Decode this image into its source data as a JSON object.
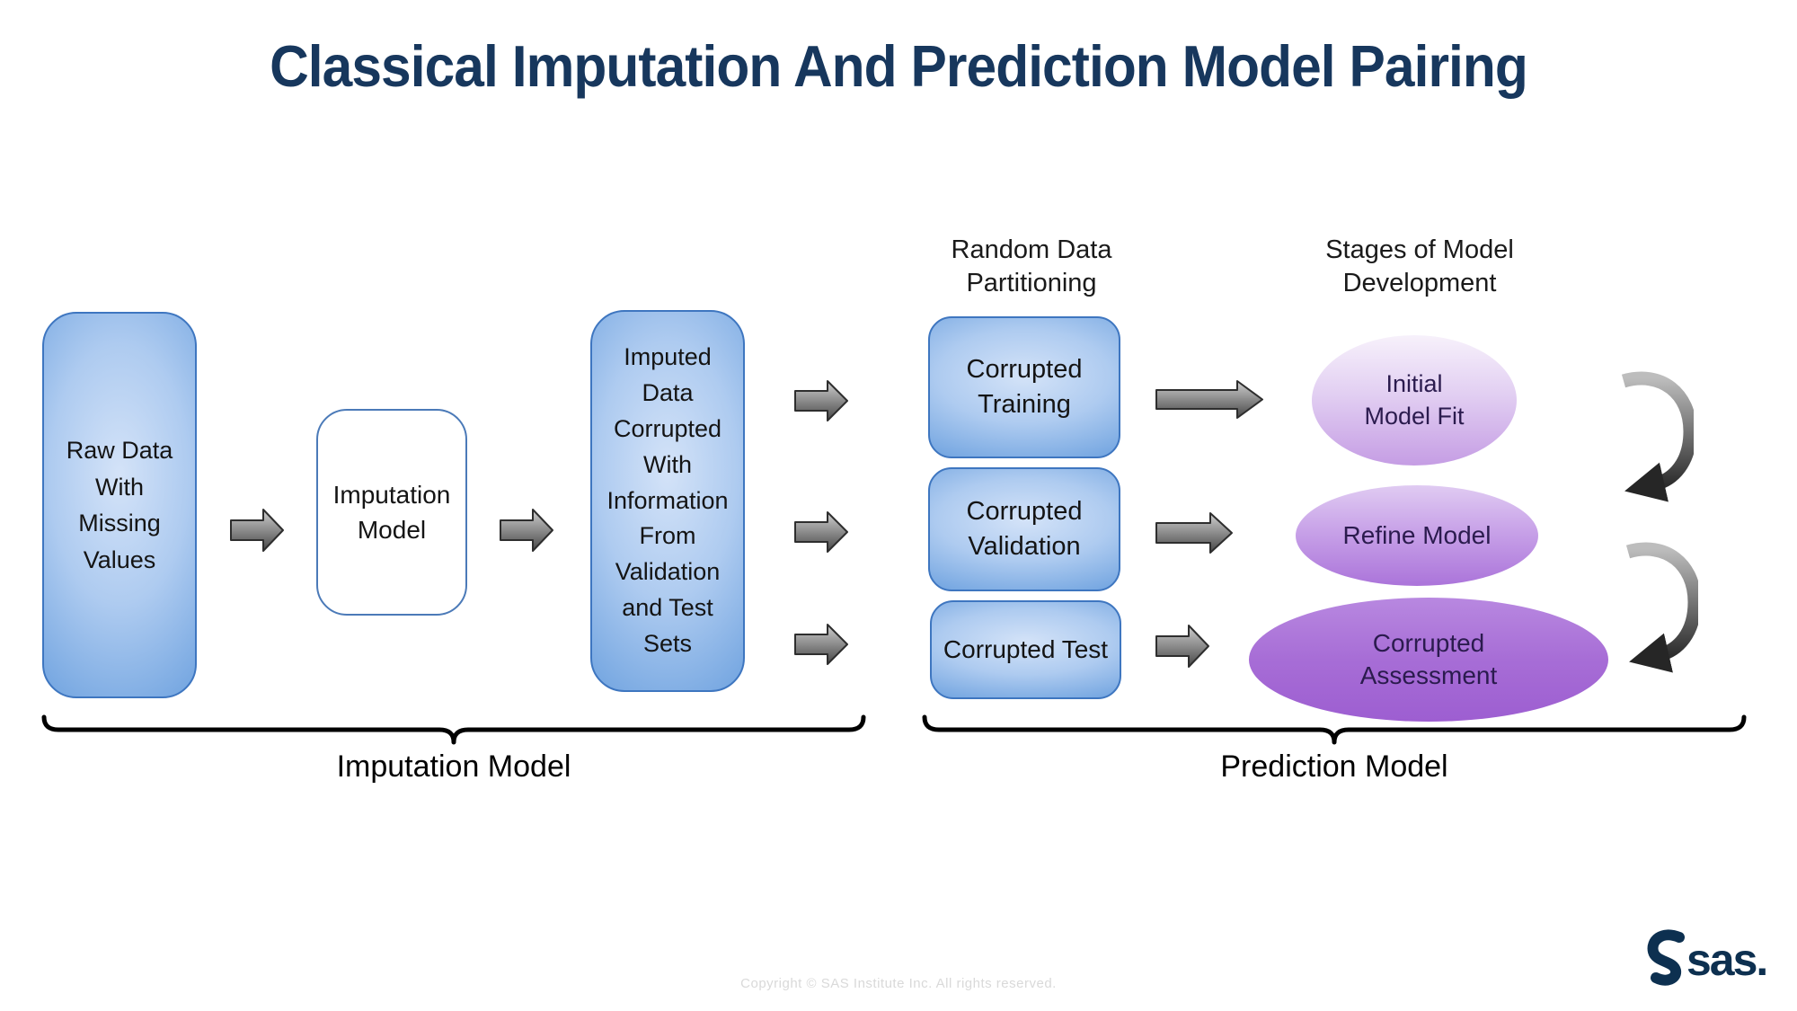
{
  "title": "Classical Imputation And Prediction Model Pairing",
  "imputation_flow": {
    "raw_data_label": "Raw Data\nWith\nMissing\nValues",
    "imputation_model_label": "Imputation\nModel",
    "imputed_data_label": "Imputed\nData\nCorrupted\nWith\nInformation\nFrom\nValidation\nand Test\nSets",
    "brace_label": "Imputation Model"
  },
  "prediction_flow": {
    "partitioning_header": "Random Data\nPartitioning",
    "stages_header": "Stages of Model\nDevelopment",
    "partitions": [
      {
        "label": "Corrupted\nTraining"
      },
      {
        "label": "Corrupted\nValidation"
      },
      {
        "label": "Corrupted Test"
      }
    ],
    "stages": [
      {
        "label": "Initial\nModel Fit"
      },
      {
        "label": "Refine Model"
      },
      {
        "label": "Corrupted\nAssessment"
      }
    ],
    "brace_label": "Prediction Model"
  },
  "footer": {
    "copyright": "Copyright © SAS Institute Inc.  All rights reserved.",
    "logo_text": "sas."
  },
  "colors": {
    "title": "#17375D",
    "box_blue_border": "#3E76C0",
    "box_blue_light": "#D4E3F8",
    "box_blue_dark": "#5B91D4",
    "ellipse_purple_light": "#C59DE4",
    "ellipse_purple_medium": "#AB74DA",
    "ellipse_purple_dark": "#9D5ED1",
    "ellipse_text": "#2B1B4E",
    "arrow_gray_light": "#CFCFCF",
    "arrow_gray_dark": "#474747",
    "brace_black": "#000000",
    "copyright_gray": "#D9D9D9",
    "sas_navy": "#0D3050"
  }
}
